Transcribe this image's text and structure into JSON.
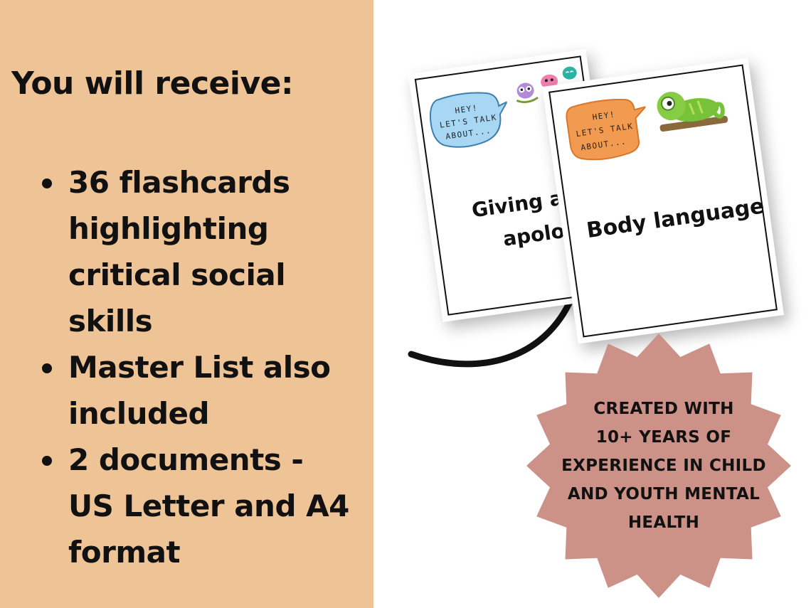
{
  "heading": "You will receive:",
  "bullets": [
    "36 flashcards highlighting critical social skills",
    "Master List also included",
    "2 documents - US Letter and A4 format"
  ],
  "back_card": {
    "bubble_lines": [
      "HEY!",
      "LET'S TALK",
      "ABOUT..."
    ],
    "title_lines": [
      "Giving an",
      "apology"
    ],
    "bubble_color": "#a7d7f3",
    "icons": [
      "owl-icon",
      "bird-icon",
      "teal-bird-icon"
    ]
  },
  "front_card": {
    "bubble_lines": [
      "HEY!",
      "LET'S TALK",
      "ABOUT..."
    ],
    "title": "Body language",
    "bubble_color": "#f29a4f",
    "icons": [
      "chameleon-icon"
    ]
  },
  "badge": {
    "lines": [
      "CREATED WITH",
      "10+ YEARS OF",
      "EXPERIENCE IN CHILD",
      "AND YOUTH MENTAL",
      "HEALTH"
    ],
    "color": "#cc9287"
  },
  "colors": {
    "panel": "#eec395",
    "text": "#111111"
  }
}
